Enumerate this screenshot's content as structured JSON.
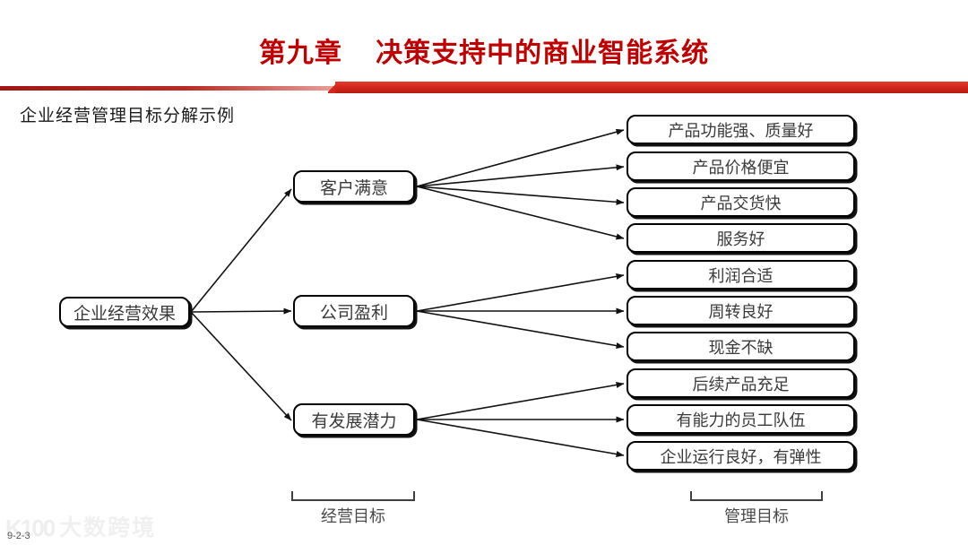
{
  "slide": {
    "title": "第九章    决策支持中的商业智能系统",
    "subtitle": "企业经营管理目标分解示例",
    "page_number": "9-2-3",
    "accent_color": "#c00000",
    "bar_color": "#d6271c",
    "watermark": {
      "logo": "K100",
      "text": "大数跨境"
    }
  },
  "diagram": {
    "type": "tree",
    "root": {
      "label": "企业经营效果"
    },
    "level1": [
      {
        "label": "客户满意"
      },
      {
        "label": "公司盈利"
      },
      {
        "label": "有发展潜力"
      }
    ],
    "level2": [
      {
        "label": "产品功能强、质量好",
        "parent": "客户满意"
      },
      {
        "label": "产品价格便宜",
        "parent": "客户满意"
      },
      {
        "label": "产品交货快",
        "parent": "客户满意"
      },
      {
        "label": "服务好",
        "parent": "客户满意"
      },
      {
        "label": "利润合适",
        "parent": "公司盈利"
      },
      {
        "label": "周转良好",
        "parent": "公司盈利"
      },
      {
        "label": "现金不缺",
        "parent": "公司盈利"
      },
      {
        "label": "后续产品充足",
        "parent": "有发展潜力"
      },
      {
        "label": "有能力的员工队伍",
        "parent": "有发展潜力"
      },
      {
        "label": "企业运行良好，有弹性",
        "parent": "有发展潜力"
      }
    ],
    "captions": [
      {
        "label": "经营目标"
      },
      {
        "label": "管理目标"
      }
    ]
  }
}
